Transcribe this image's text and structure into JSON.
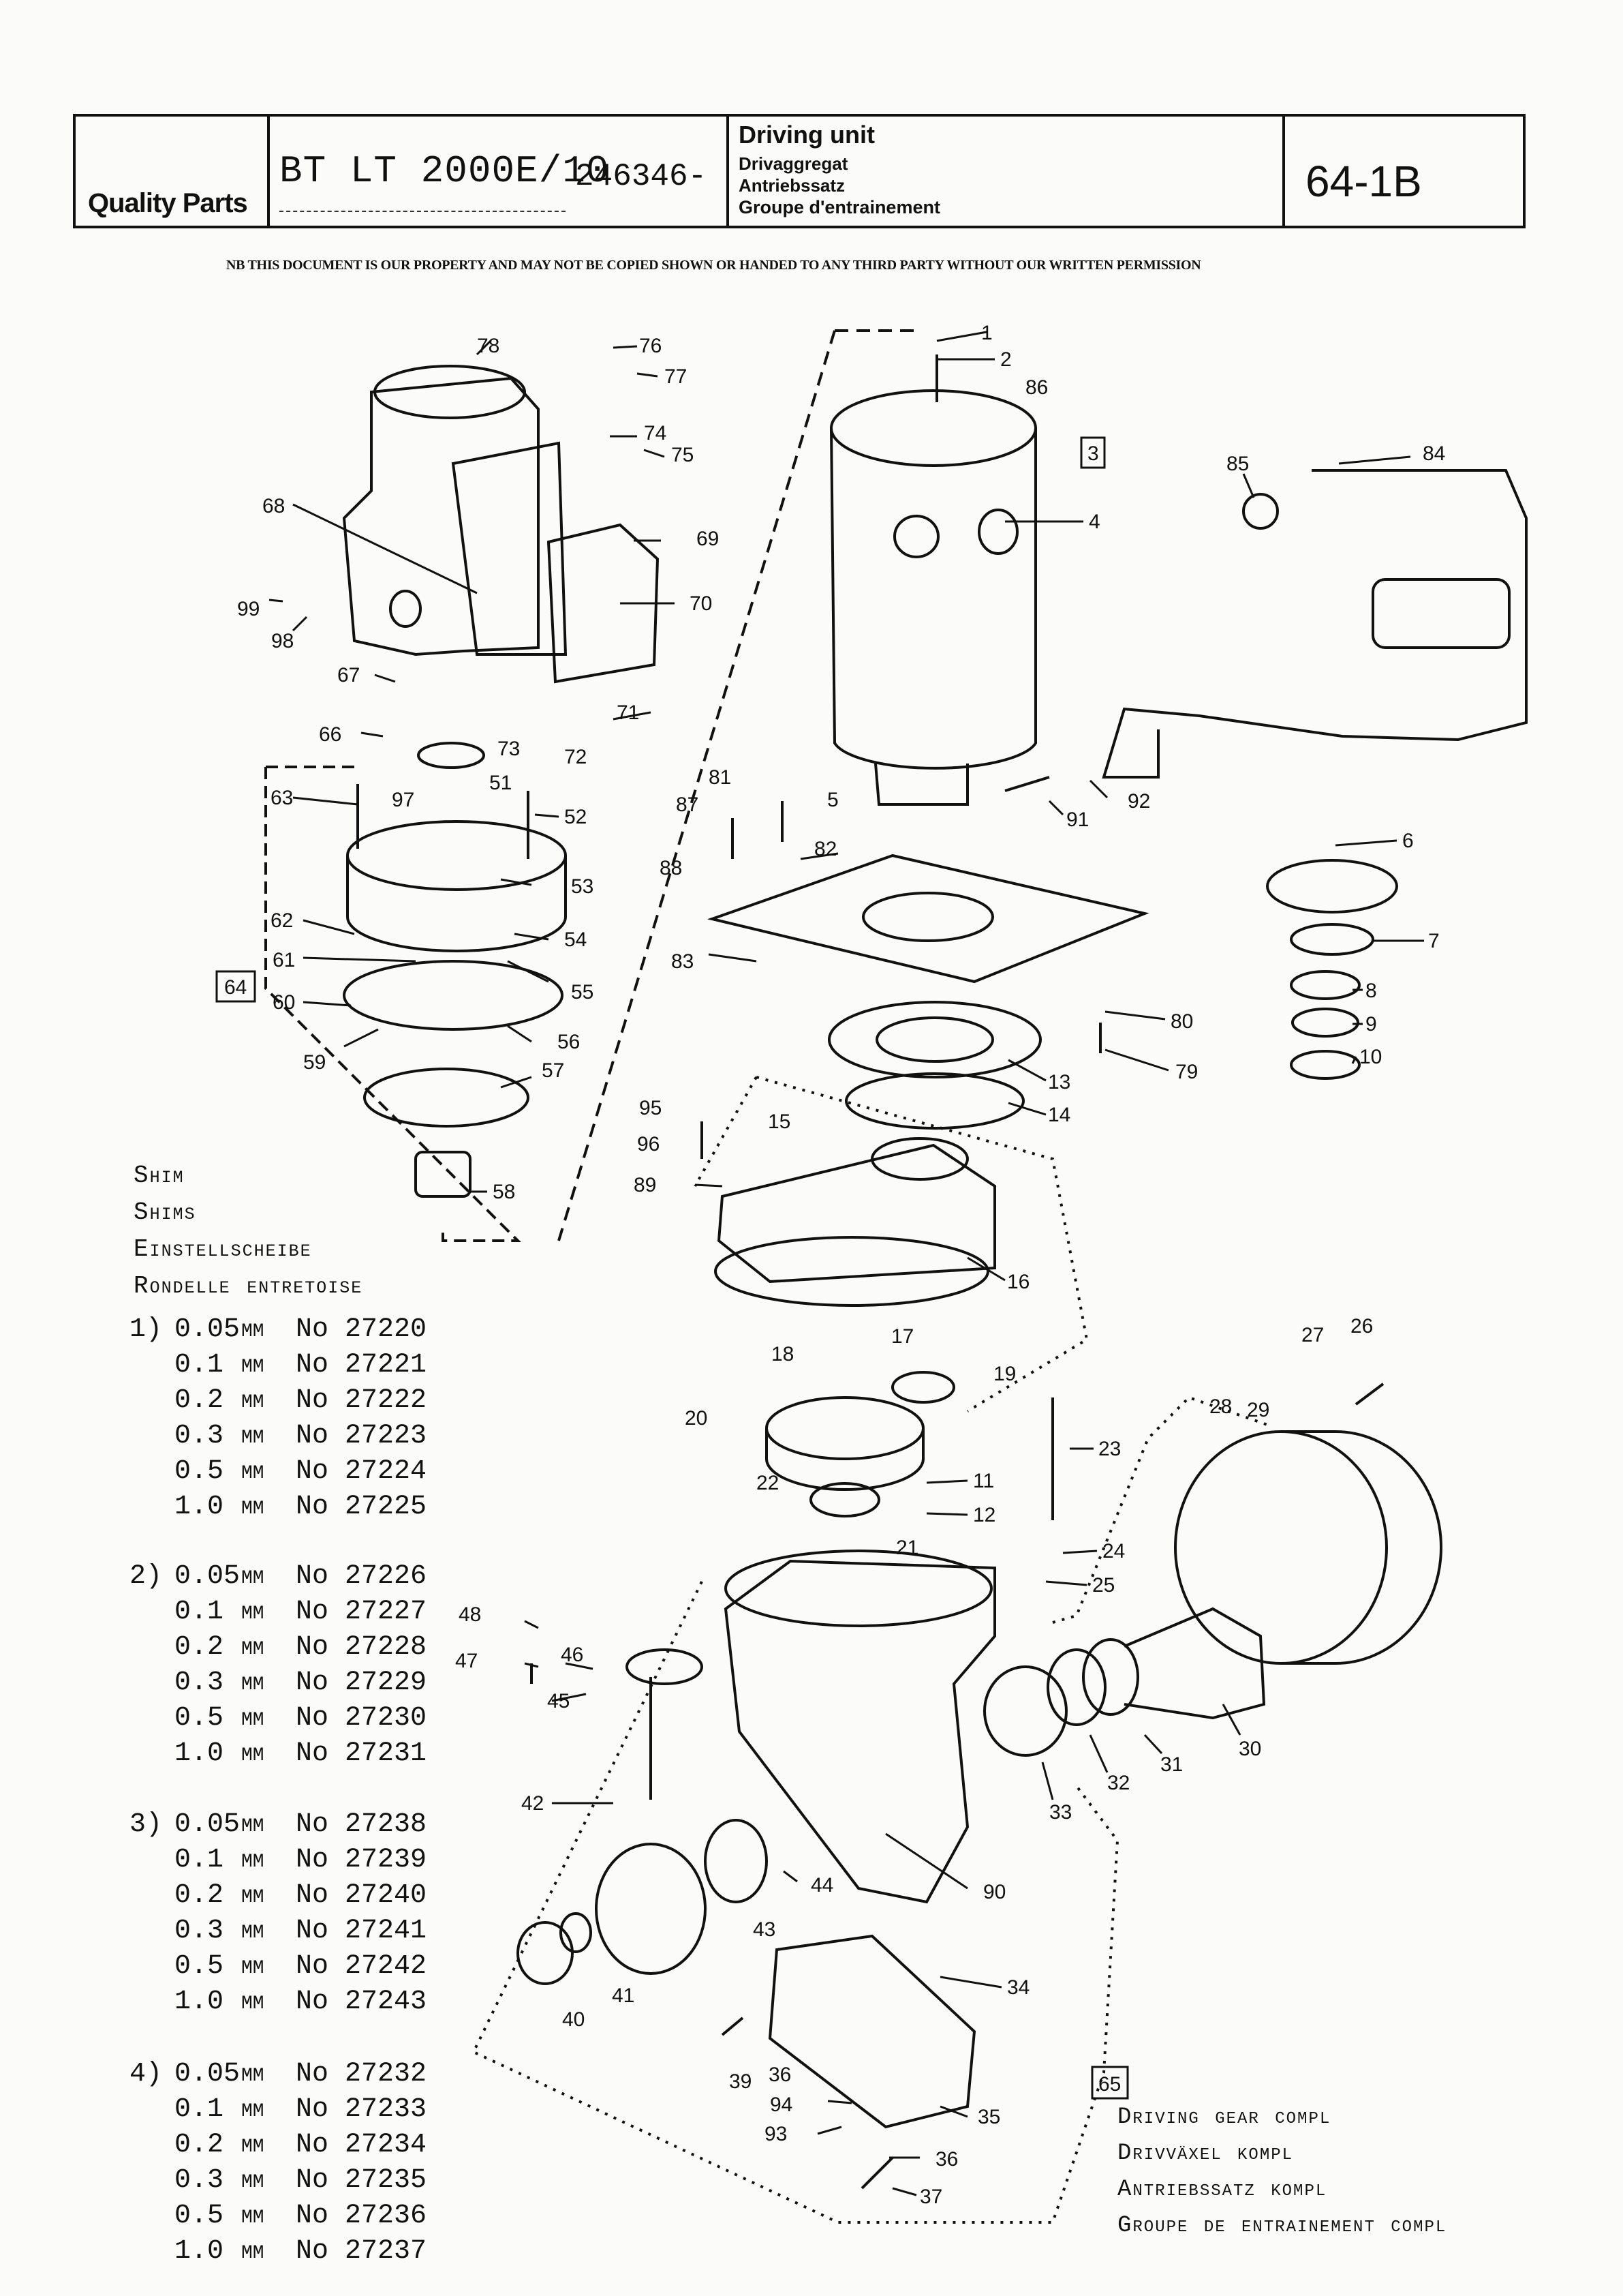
{
  "header": {
    "brand": "Quality Parts",
    "model": "BT LT 2000E/10",
    "model_number": "246346-",
    "title_en": "Driving unit",
    "title_se": "Drivaggregat",
    "title_de": "Antriebssatz",
    "title_fr": "Groupe d'entrainement",
    "page_code": "64-1B"
  },
  "notice": "NB THIS DOCUMENT IS OUR PROPERTY AND MAY NOT BE COPIED SHOWN OR HANDED TO ANY THIRD PARTY WITHOUT OUR WRITTEN PERMISSION",
  "shim": {
    "heading": [
      "Shim",
      "Shims",
      "Einstellscheibe",
      "Rondelle entretoise"
    ],
    "unit": "MM",
    "no_label": "No",
    "groups": [
      {
        "index": "1)",
        "rows": [
          {
            "size": "0.05",
            "no": "27220"
          },
          {
            "size": "0.1",
            "no": "27221"
          },
          {
            "size": "0.2",
            "no": "27222"
          },
          {
            "size": "0.3",
            "no": "27223"
          },
          {
            "size": "0.5",
            "no": "27224"
          },
          {
            "size": "1.0",
            "no": "27225"
          }
        ]
      },
      {
        "index": "2)",
        "rows": [
          {
            "size": "0.05",
            "no": "27226"
          },
          {
            "size": "0.1",
            "no": "27227"
          },
          {
            "size": "0.2",
            "no": "27228"
          },
          {
            "size": "0.3",
            "no": "27229"
          },
          {
            "size": "0.5",
            "no": "27230"
          },
          {
            "size": "1.0",
            "no": "27231"
          }
        ]
      },
      {
        "index": "3)",
        "rows": [
          {
            "size": "0.05",
            "no": "27238"
          },
          {
            "size": "0.1",
            "no": "27239"
          },
          {
            "size": "0.2",
            "no": "27240"
          },
          {
            "size": "0.3",
            "no": "27241"
          },
          {
            "size": "0.5",
            "no": "27242"
          },
          {
            "size": "1.0",
            "no": "27243"
          }
        ]
      },
      {
        "index": "4)",
        "rows": [
          {
            "size": "0.05",
            "no": "27232"
          },
          {
            "size": "0.1",
            "no": "27233"
          },
          {
            "size": "0.2",
            "no": "27234"
          },
          {
            "size": "0.3",
            "no": "27235"
          },
          {
            "size": "0.5",
            "no": "27236"
          },
          {
            "size": "1.0",
            "no": "27237"
          }
        ]
      }
    ]
  },
  "legend": [
    "Driving gear compl",
    "Drivväxel kompl",
    "Antriebssatz kompl",
    "Groupe de entrainement compl"
  ],
  "boxed_refs": {
    "motor": "3",
    "brake": "64",
    "gear": "65"
  },
  "callouts": [
    "1",
    "2",
    "4",
    "5",
    "6",
    "7",
    "8",
    "9",
    "10",
    "11",
    "12",
    "13",
    "14",
    "15",
    "16",
    "17",
    "18",
    "19",
    "20",
    "21",
    "22",
    "23",
    "24",
    "25",
    "26",
    "27",
    "28",
    "29",
    "30",
    "31",
    "32",
    "33",
    "34",
    "35",
    "36",
    "36",
    "36",
    "37",
    "39",
    "40",
    "41",
    "42",
    "43",
    "44",
    "45",
    "46",
    "47",
    "48",
    "51",
    "52",
    "53",
    "54",
    "55",
    "56",
    "57",
    "58",
    "59",
    "60",
    "61",
    "62",
    "63",
    "66",
    "67",
    "68",
    "69",
    "70",
    "71",
    "72",
    "73",
    "74",
    "75",
    "76",
    "77",
    "78",
    "79",
    "80",
    "81",
    "82",
    "83",
    "84",
    "85",
    "86",
    "87",
    "88",
    "89",
    "90",
    "91",
    "92",
    "93",
    "94",
    "95",
    "96",
    "97",
    "98",
    "99"
  ]
}
